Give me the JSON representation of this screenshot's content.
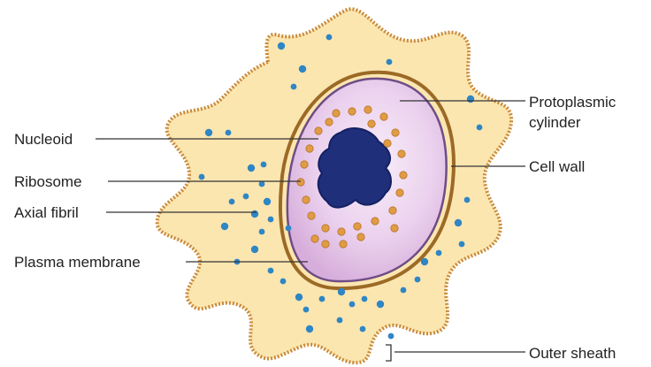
{
  "labels": {
    "protoplasmic_line1": "Protoplasmic",
    "protoplasmic_line2": "cylinder",
    "nucleoid": "Nucleoid",
    "ribosome": "Ribosome",
    "cell_wall": "Cell wall",
    "axial_fibril": "Axial fibril",
    "plasma_membrane": "Plasma membrane",
    "outer_sheath": "Outer sheath"
  },
  "colors": {
    "sheath_fill": "#fbe6b0",
    "sheath_edge": "#c98a3a",
    "cell_wall": "#9c6a26",
    "plasma_membrane": "#6e4d86",
    "cytoplasm": "#e6c6e8",
    "cytoplasm_center": "#f6eaf6",
    "nucleoid": "#1f2f7a",
    "ribosome": "#e09c45",
    "axial_fibril": "#2f86c4",
    "leader_line": "#333333"
  }
}
